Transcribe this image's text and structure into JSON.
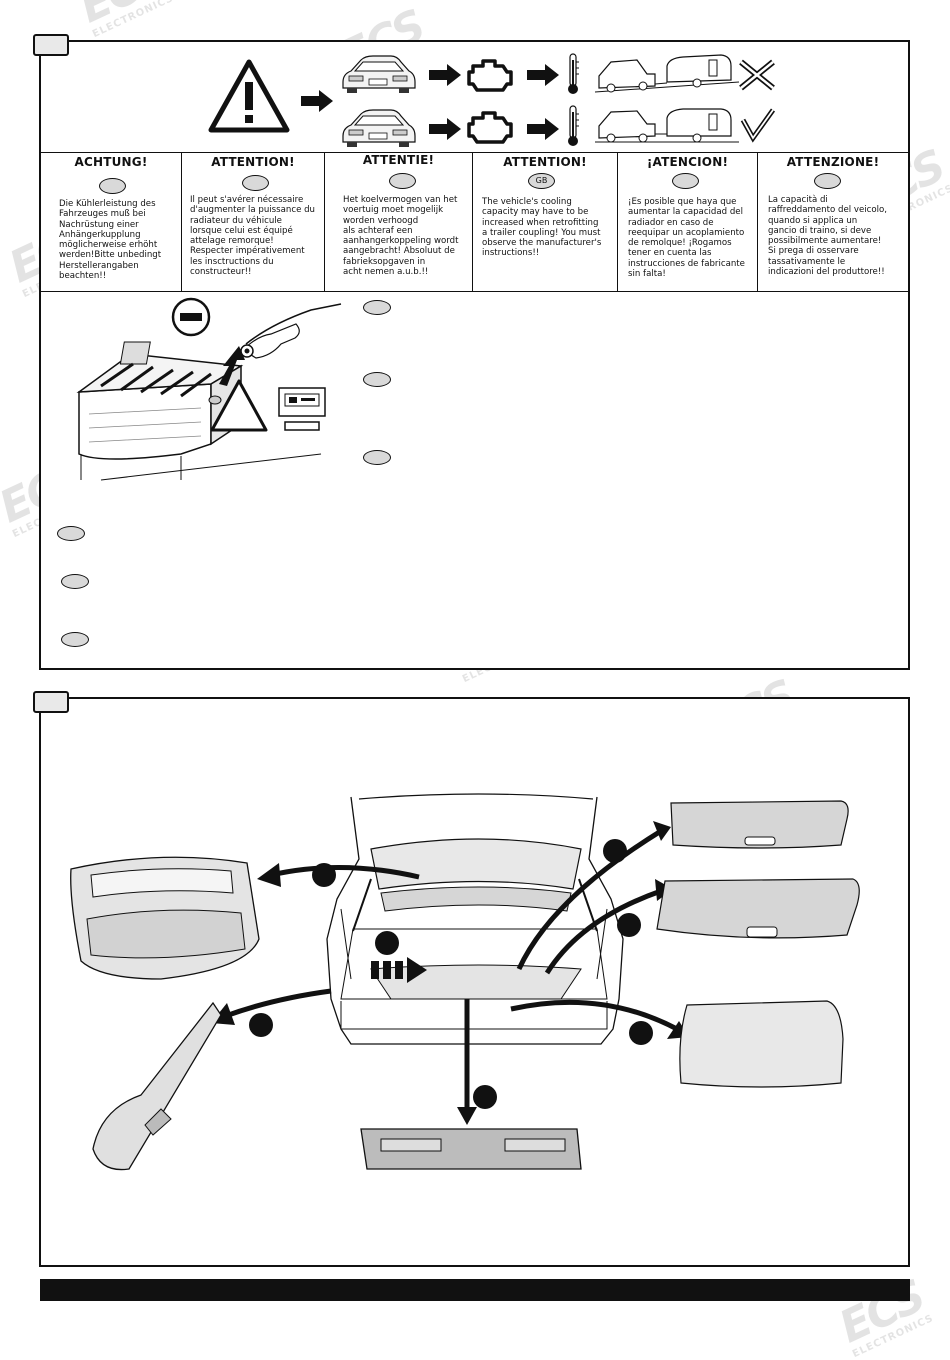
{
  "warnings": [
    {
      "title": "ACHTUNG!",
      "flag": "",
      "text": "Die Kühlerleistung des\nFahrzeuges muß bei\nNachrüstung einer\nAnhängerkupplung\nmöglicherweise erhöht\nwerden!Bitte unbedingt\nHerstellerangaben\nbeachten!!"
    },
    {
      "title": "ATTENTION!",
      "flag": "",
      "text": "Il peut s'avérer nécessaire\nd'augmenter la puissance du\nradiateur du véhicule\nlorsque celui est équipé\nattelage remorque!\nRespecter impérativement\nles insctructions du\nconstructeur!!"
    },
    {
      "title": "ATTENTIE!",
      "flag": "",
      "text": "Het koelvermogen van het\nvoertuig moet mogelijk\nworden verhoogd\nals achteraf een\naanhangerkoppeling wordt\naangebracht! Absoluut de\nfabrieksopgaven in\nacht nemen a.u.b.!!"
    },
    {
      "title": "ATTENTION!",
      "flag": "GB",
      "text": "The vehicle's cooling\ncapacity may have to be\nincreased when retrofitting\na trailer coupling! You must\nobserve the manufacturer's\ninstructions!!"
    },
    {
      "title": "¡ATENCION!",
      "flag": "",
      "text": "¡Es posible que haya que\naumentar la capacidad del\nradiador en caso de\nreequipar un acoplamiento\nde remolque! ¡Rogamos\ntener en cuenta las\ninstrucciones de fabricante\nsin falta!"
    },
    {
      "title": "ATTENZIONE!",
      "flag": "",
      "text": "La capacità di\nraffreddamento del veicolo,\nquando si applica un\ngancio di traino, si deve\npossibilmente aumentare!\nSi prega di osservare\ntassativamente le\nindicazioni del produttore!!"
    }
  ],
  "watermark": {
    "brand": "ECS",
    "sub": "ELECTRONICS"
  },
  "icons": [
    "warning-triangle-icon",
    "arrow-right-icon",
    "engine-icon",
    "thermometer-icon",
    "car-caravan-icon",
    "cross-icon",
    "check-icon",
    "battery-icon",
    "negative-terminal-icon"
  ]
}
